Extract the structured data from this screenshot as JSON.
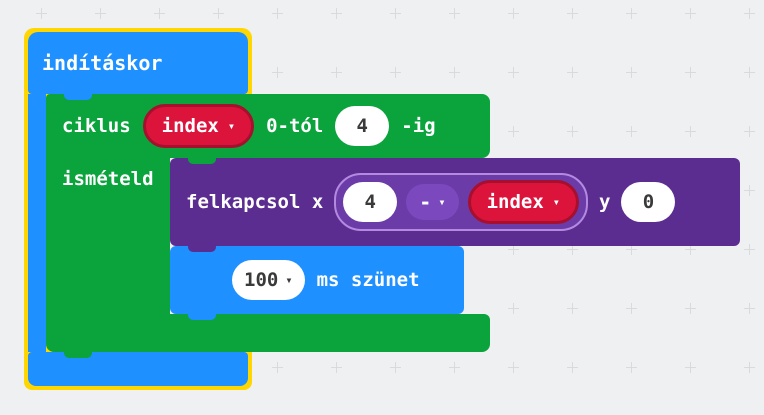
{
  "canvas": {
    "bg": "#eef0f2",
    "grid_cross_color": "#d8dadd"
  },
  "palette": {
    "selection_yellow": "#ffd600",
    "basic_blue": "#1e90ff",
    "loops_green": "#0ba33c",
    "led_purple": "#5c2d91",
    "math_purple": "#6b3ba8",
    "math_ring": "#b48ae0",
    "variable_red": "#dc143c",
    "variable_red_border": "#a60f2d"
  },
  "on_start": {
    "label": "indításkor"
  },
  "for_loop": {
    "keyword": "ciklus",
    "variable": {
      "name": "index"
    },
    "from_label": "0-tól",
    "to_value": "4",
    "to_label": "-ig",
    "do_label": "ismételd"
  },
  "led_plot": {
    "label": "felkapcsol x",
    "first_operand": "4",
    "operator": "-",
    "second_operand": {
      "name": "index"
    },
    "y_label": "y",
    "y_value": "0"
  },
  "pause": {
    "duration": "100",
    "label": "ms szünet"
  },
  "icons": {
    "dropdown_arrow": "▾"
  }
}
